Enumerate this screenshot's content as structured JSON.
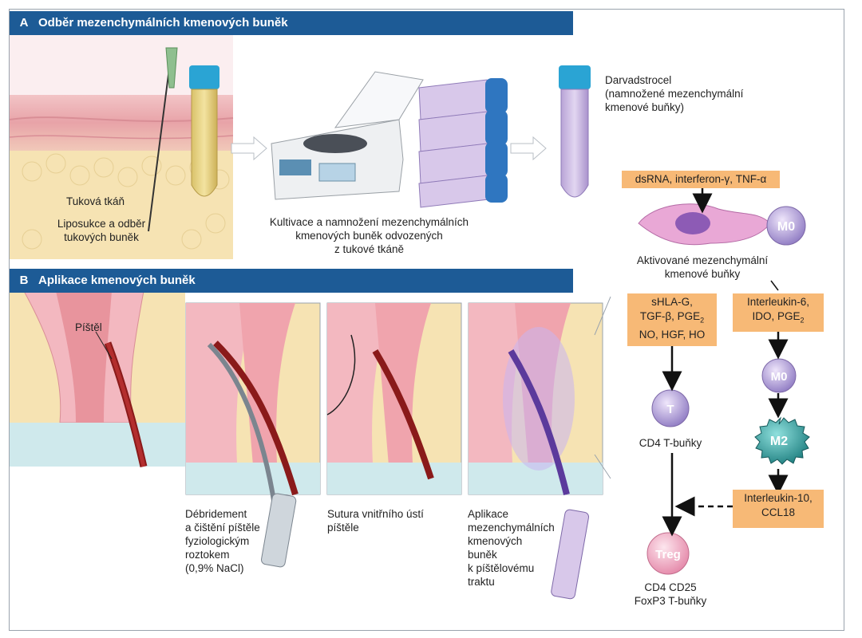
{
  "section_a": {
    "letter": "A",
    "title": "Odběr mezenchymálních kmenových buněk"
  },
  "section_b": {
    "letter": "B",
    "title": "Aplikace kmenových buněk"
  },
  "labels": {
    "tukova_tkan": "Tuková tkáň",
    "liposukce": [
      "Liposukce a odběr",
      "tukových buněk"
    ],
    "kultivace": [
      "Kultivace a namnožení mezenchymálních",
      "kmenových buněk odvozených",
      "z tukové tkáně"
    ],
    "darvadstrocel": [
      "Darvadstrocel",
      "(namnožené mezenchymální",
      "kmenové buňky)"
    ],
    "pistel": "Píštěl",
    "debridement": [
      "Débridement",
      "a čištění píštěle",
      "fyziologickým",
      "roztokem",
      "(0,9% NaCl)"
    ],
    "sutura": [
      "Sutura vnitřního ústí",
      "píštěle"
    ],
    "aplikace": [
      "Aplikace",
      "mezenchymálních",
      "kmenových",
      "buněk",
      "k píštělovému",
      "traktu"
    ]
  },
  "mechanism": {
    "trigger": "dsRNA, interferon-γ, TNF-α",
    "activated": [
      "Aktivované mezenchymální",
      "kmenové buňky"
    ],
    "left_factors": [
      "sHLA-G,",
      "TGF-β, PGE",
      "NO, HGF, HO"
    ],
    "right_factors": [
      "Interleukin-6,",
      "IDO, PGE"
    ],
    "subscript": "2",
    "il10": [
      "Interleukin-10,",
      "CCL18"
    ],
    "cd4": "CD4 T-buňky",
    "treg_label": [
      "CD4 CD25",
      "FoxP3 T-buňky"
    ],
    "cells": {
      "m0": "M0",
      "t": "T",
      "m2": "M2",
      "treg": "Treg"
    }
  },
  "colors": {
    "band": "#1d5b96",
    "orange": "#f7b976",
    "panel": "#d9d9db"
  }
}
